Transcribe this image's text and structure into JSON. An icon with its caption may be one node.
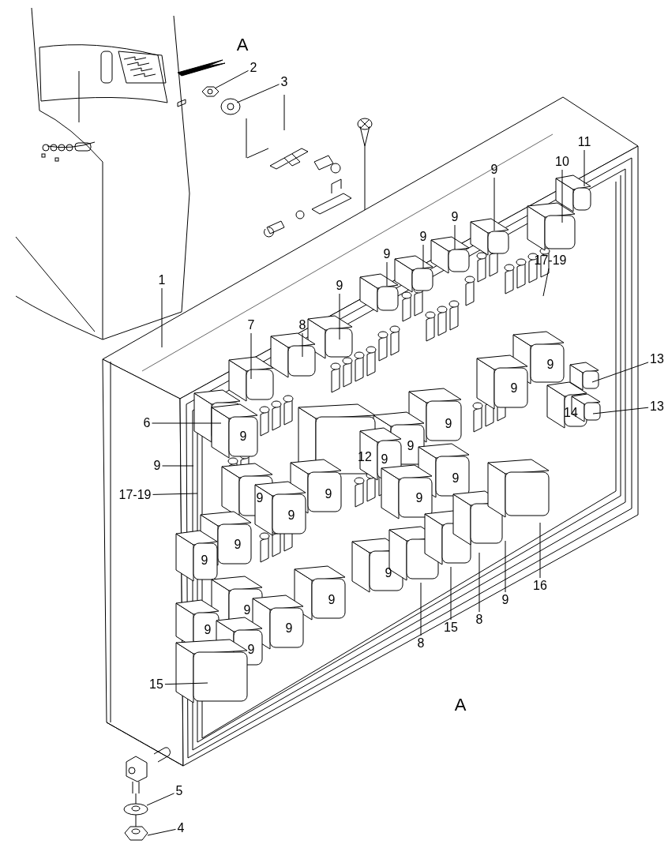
{
  "diagram": {
    "nodes": [
      {
        "text": [
          "2"
        ]
      },
      {
        "text": [
          "3"
        ]
      },
      {
        "text": [
          "11"
        ]
      },
      {
        "text": [
          "10"
        ]
      },
      {
        "text": [
          "9"
        ]
      },
      {
        "text": [
          "9"
        ]
      },
      {
        "text": [
          "9"
        ]
      },
      {
        "text": [
          "9"
        ]
      },
      {
        "text": [
          "17-19"
        ]
      },
      {
        "text": [
          "1"
        ]
      },
      {
        "text": [
          "9"
        ]
      },
      {
        "text": [
          "7"
        ]
      },
      {
        "text": [
          "8"
        ]
      },
      {
        "text": [
          "13"
        ]
      },
      {
        "text": [
          "13"
        ]
      },
      {
        "text": [
          "6"
        ]
      },
      {
        "text": [
          "9"
        ]
      },
      {
        "text": [
          "17-19"
        ]
      },
      {
        "text": [
          "16"
        ]
      },
      {
        "text": [
          "9"
        ]
      },
      {
        "text": [
          "8"
        ]
      },
      {
        "text": [
          "15"
        ]
      },
      {
        "text": [
          "8"
        ]
      },
      {
        "text": [
          "15"
        ]
      },
      {
        "text": [
          "5"
        ]
      },
      {
        "text": [
          "4"
        ]
      },
      {
        "text": [],
        "shape": "picture"
      },
      {
        "text": [],
        "shape": "picture"
      },
      {
        "text": [],
        "shape": "box"
      },
      {
        "text": [],
        "shape": "box"
      }
    ],
    "edges": [
      {
        "from": 0,
        "to": 26,
        "arrow": "none"
      },
      {
        "from": 1,
        "to": 27,
        "arrow": "none"
      },
      {
        "from": 2,
        "to": null,
        "arrow": "none"
      },
      {
        "from": 3,
        "to": null,
        "arrow": "none"
      },
      {
        "from": 4,
        "to": null,
        "arrow": "none"
      },
      {
        "from": 5,
        "to": null,
        "arrow": "none"
      },
      {
        "from": 6,
        "to": null,
        "arrow": "none"
      },
      {
        "from": 7,
        "to": null,
        "arrow": "none"
      },
      {
        "from": 8,
        "to": null,
        "arrow": "none"
      },
      {
        "from": 9,
        "to": null,
        "arrow": "none"
      },
      {
        "from": 10,
        "to": null,
        "arrow": "none"
      },
      {
        "from": 11,
        "to": null,
        "arrow": "none"
      },
      {
        "from": 12,
        "to": null,
        "arrow": "none"
      },
      {
        "from": 13,
        "to": 28,
        "arrow": "none"
      },
      {
        "from": 14,
        "to": 29,
        "arrow": "none"
      },
      {
        "from": 15,
        "to": null,
        "arrow": "none"
      },
      {
        "from": 16,
        "to": null,
        "arrow": "none"
      },
      {
        "from": 17,
        "to": null,
        "arrow": "none"
      },
      {
        "from": 18,
        "to": null,
        "arrow": "none"
      },
      {
        "from": 19,
        "to": null,
        "arrow": "none"
      },
      {
        "from": 20,
        "to": null,
        "arrow": "none"
      },
      {
        "from": 21,
        "to": null,
        "arrow": "none"
      },
      {
        "from": 22,
        "to": null,
        "arrow": "none"
      },
      {
        "from": 23,
        "to": null,
        "arrow": "none"
      },
      {
        "from": 24,
        "to": null,
        "arrow": "none"
      },
      {
        "from": 25,
        "to": null,
        "arrow": "none"
      }
    ],
    "labels": [
      "A",
      "9",
      "9",
      "14",
      "9",
      "9",
      "9",
      "12",
      "9",
      "9",
      "9",
      "9",
      "9",
      "9",
      "9",
      "9",
      "9",
      "9",
      "9",
      "9",
      "9",
      "9",
      "A"
    ]
  }
}
